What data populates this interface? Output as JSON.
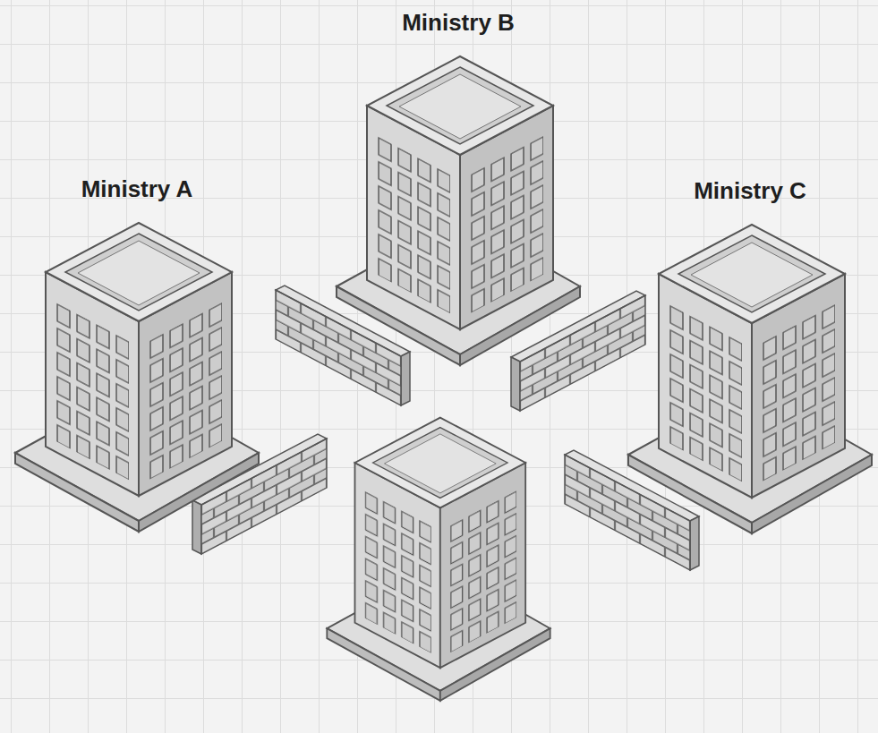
{
  "diagram": {
    "nodes": [
      {
        "text": [
          "Ministry B"
        ]
      },
      {
        "text": [
          "Ministry A"
        ]
      },
      {
        "text": [
          "Ministry C"
        ]
      }
    ]
  }
}
